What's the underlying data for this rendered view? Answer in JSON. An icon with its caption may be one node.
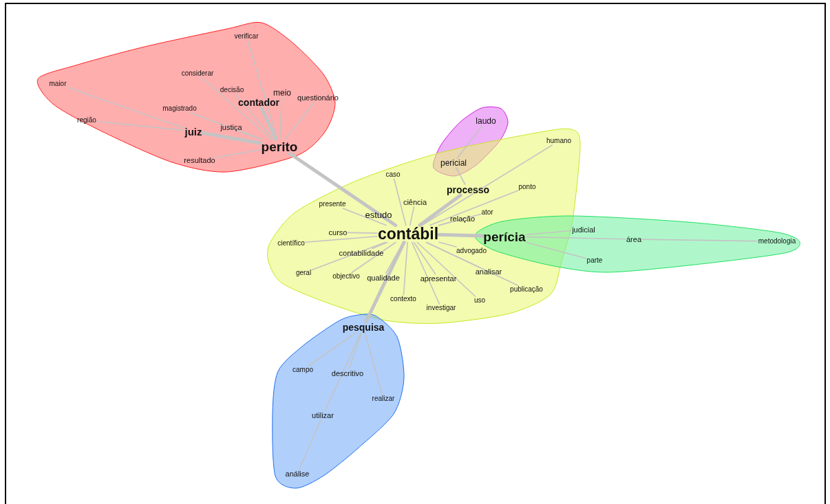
{
  "diagram": {
    "nodes": [
      {
        "text": [],
        "shape": "cloud"
      },
      {
        "text": [
          "verificar"
        ],
        "in": 0
      },
      {
        "text": [
          "maior"
        ],
        "in": 0
      },
      {
        "text": [
          "considerar"
        ],
        "in": 0
      },
      {
        "text": [
          "decisão"
        ],
        "in": 0
      },
      {
        "text": [
          "meio"
        ],
        "in": 0
      },
      {
        "text": [
          "questionário"
        ],
        "in": 0
      },
      {
        "text": [
          "contador"
        ],
        "in": 0
      },
      {
        "text": [
          "magistrado"
        ],
        "in": 0
      },
      {
        "text": [
          "região"
        ],
        "in": 0
      },
      {
        "text": [
          "juiz"
        ],
        "in": 0
      },
      {
        "text": [
          "justiça"
        ],
        "in": 0
      },
      {
        "text": [
          "perito"
        ],
        "in": 0
      },
      {
        "text": [
          "resultado"
        ],
        "in": 0
      },
      {
        "text": [],
        "shape": "cloud"
      },
      {
        "text": [
          "laudo"
        ],
        "in": 14
      },
      {
        "text": [],
        "shape": "cloud"
      },
      {
        "text": [
          "pericial"
        ]
      },
      {
        "text": [
          "humano"
        ],
        "in": 16
      },
      {
        "text": [
          "caso"
        ],
        "in": 16
      },
      {
        "text": [
          "processo"
        ],
        "in": 16
      },
      {
        "text": [
          "ponto"
        ],
        "in": 16
      },
      {
        "text": [
          "presente"
        ],
        "in": 16
      },
      {
        "text": [
          "ciência"
        ],
        "in": 16
      },
      {
        "text": [
          "estudo"
        ],
        "in": 16
      },
      {
        "text": [
          "ator"
        ],
        "in": 16
      },
      {
        "text": [
          "relação"
        ],
        "in": 16
      },
      {
        "text": [
          "curso"
        ],
        "in": 16
      },
      {
        "text": [
          "científico"
        ],
        "in": 16
      },
      {
        "text": [
          "contábil"
        ],
        "in": 16
      },
      {
        "text": [
          "contabilidade"
        ],
        "in": 16
      },
      {
        "text": [
          "advogado"
        ],
        "in": 16
      },
      {
        "text": [
          "geral"
        ],
        "in": 16
      },
      {
        "text": [
          "objectivo"
        ],
        "in": 16
      },
      {
        "text": [
          "qualidade"
        ],
        "in": 16
      },
      {
        "text": [
          "apresentar"
        ],
        "in": 16
      },
      {
        "text": [
          "analisar"
        ],
        "in": 16
      },
      {
        "text": [
          "publicação"
        ],
        "in": 16
      },
      {
        "text": [
          "contexto"
        ],
        "in": 16
      },
      {
        "text": [
          "uso"
        ],
        "in": 16
      },
      {
        "text": [
          "investigar"
        ],
        "in": 16
      },
      {
        "text": [],
        "shape": "cloud"
      },
      {
        "text": [
          "perícia"
        ]
      },
      {
        "text": [
          "judicial"
        ],
        "in": 41
      },
      {
        "text": [
          "área"
        ],
        "in": 41
      },
      {
        "text": [
          "parte"
        ],
        "in": 41
      },
      {
        "text": [
          "metodologia"
        ],
        "in": 41
      },
      {
        "text": [],
        "shape": "cloud"
      },
      {
        "text": [
          "pesquisa"
        ],
        "in": 47
      },
      {
        "text": [
          "campo"
        ],
        "in": 47
      },
      {
        "text": [
          "descritivo"
        ],
        "in": 47
      },
      {
        "text": [
          "realizar"
        ],
        "in": 47
      },
      {
        "text": [
          "utilizar"
        ],
        "in": 47
      },
      {
        "text": [
          "análise"
        ],
        "in": 47
      }
    ],
    "edges": [
      {
        "from": 12,
        "to": 29,
        "arrow": "none",
        "style": "thick"
      },
      {
        "from": 12,
        "to": 7,
        "arrow": "none",
        "style": "thick"
      },
      {
        "from": 12,
        "to": 10,
        "arrow": "none",
        "style": "thick"
      },
      {
        "from": 12,
        "to": 11,
        "arrow": "none"
      },
      {
        "from": 12,
        "to": 13,
        "arrow": "none"
      },
      {
        "from": 12,
        "to": 1,
        "arrow": "none"
      },
      {
        "from": 12,
        "to": 3,
        "arrow": "none"
      },
      {
        "from": 12,
        "to": 4,
        "arrow": "none"
      },
      {
        "from": 12,
        "to": 5,
        "arrow": "none"
      },
      {
        "from": 12,
        "to": 6,
        "arrow": "none"
      },
      {
        "from": 12,
        "to": 8,
        "arrow": "none"
      },
      {
        "from": 10,
        "to": 2,
        "arrow": "none"
      },
      {
        "from": 10,
        "to": 9,
        "arrow": "none"
      },
      {
        "from": 29,
        "to": 20,
        "arrow": "none",
        "style": "thick"
      },
      {
        "from": 20,
        "to": 17,
        "arrow": "none"
      },
      {
        "from": 17,
        "to": 15,
        "arrow": "none"
      },
      {
        "from": 29,
        "to": 18,
        "arrow": "none"
      },
      {
        "from": 29,
        "to": 19,
        "arrow": "none"
      },
      {
        "from": 29,
        "to": 21,
        "arrow": "none"
      },
      {
        "from": 29,
        "to": 22,
        "arrow": "none"
      },
      {
        "from": 29,
        "to": 23,
        "arrow": "none"
      },
      {
        "from": 29,
        "to": 24,
        "arrow": "none"
      },
      {
        "from": 29,
        "to": 25,
        "arrow": "none"
      },
      {
        "from": 29,
        "to": 26,
        "arrow": "none"
      },
      {
        "from": 29,
        "to": 27,
        "arrow": "none"
      },
      {
        "from": 29,
        "to": 28,
        "arrow": "none"
      },
      {
        "from": 29,
        "to": 30,
        "arrow": "none"
      },
      {
        "from": 29,
        "to": 31,
        "arrow": "none"
      },
      {
        "from": 29,
        "to": 32,
        "arrow": "none"
      },
      {
        "from": 29,
        "to": 33,
        "arrow": "none"
      },
      {
        "from": 29,
        "to": 34,
        "arrow": "none"
      },
      {
        "from": 29,
        "to": 35,
        "arrow": "none"
      },
      {
        "from": 29,
        "to": 36,
        "arrow": "none"
      },
      {
        "from": 29,
        "to": 37,
        "arrow": "none"
      },
      {
        "from": 29,
        "to": 38,
        "arrow": "none"
      },
      {
        "from": 29,
        "to": 39,
        "arrow": "none"
      },
      {
        "from": 29,
        "to": 40,
        "arrow": "none"
      },
      {
        "from": 29,
        "to": 42,
        "arrow": "none",
        "style": "thick"
      },
      {
        "from": 42,
        "to": 43,
        "arrow": "none"
      },
      {
        "from": 42,
        "to": 44,
        "arrow": "none"
      },
      {
        "from": 42,
        "to": 45,
        "arrow": "none"
      },
      {
        "from": 44,
        "to": 46,
        "arrow": "none"
      },
      {
        "from": 29,
        "to": 48,
        "arrow": "none",
        "style": "thick"
      },
      {
        "from": 48,
        "to": 49,
        "arrow": "none"
      },
      {
        "from": 48,
        "to": 50,
        "arrow": "none"
      },
      {
        "from": 48,
        "to": 51,
        "arrow": "none"
      },
      {
        "from": 48,
        "to": 52,
        "arrow": "none"
      },
      {
        "from": 52,
        "to": 53,
        "arrow": "none"
      }
    ]
  }
}
